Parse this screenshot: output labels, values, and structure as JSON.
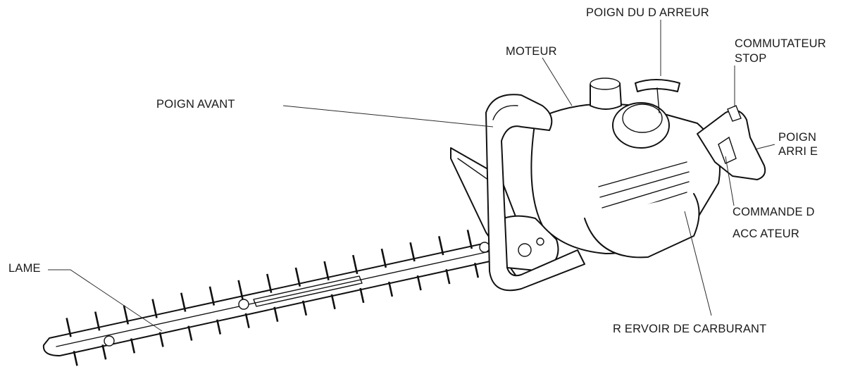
{
  "labels": {
    "starter_handle": "POIGN DU D ARREUR",
    "engine": "MOTEUR",
    "stop_switch_line1": "COMMUTATEUR",
    "stop_switch_line2": "STOP",
    "front_handle": "POIGN AVANT",
    "rear_handle_line1": "POIGN",
    "rear_handle_line2": "ARRI E",
    "throttle_line1": "COMMANDE D",
    "throttle_line2": "ACC  ATEUR",
    "blade": "LAME",
    "fuel_tank": "R ERVOIR DE CARBURANT"
  }
}
